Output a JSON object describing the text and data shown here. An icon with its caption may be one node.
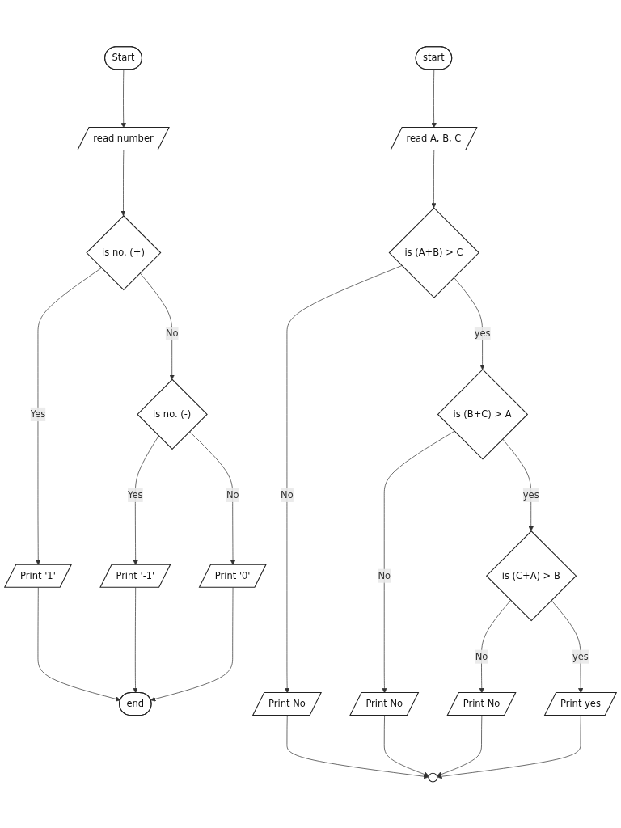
{
  "diagram": {
    "nodes": [
      {
        "text": [
          "Start"
        ]
      },
      {
        "text": [
          "read number"
        ]
      },
      {
        "text": [
          "is no. (+)"
        ]
      },
      {
        "text": [
          "Print '1'"
        ]
      },
      {
        "text": [
          "end"
        ]
      },
      {
        "text": [
          "is no. (-)"
        ]
      },
      {
        "text": [
          "Print '-1'"
        ]
      },
      {
        "text": [
          "Print '0'"
        ]
      },
      {
        "text": [
          "start"
        ]
      },
      {
        "text": [
          "read A, B, C"
        ]
      },
      {
        "text": [
          "is (A+B) > C"
        ]
      },
      {
        "text": [
          "is (B+C) > A"
        ]
      },
      {
        "text": [
          "is (C+A) > B"
        ]
      },
      {
        "text": [
          "Print No"
        ]
      },
      {
        "text": [
          "Print No"
        ]
      },
      {
        "text": [
          "Print No"
        ]
      },
      {
        "text": [
          "Print yes"
        ]
      },
      {
        "text": [],
        "shape": "circle"
      }
    ],
    "edges": [
      {
        "from": 0,
        "to": 1,
        "arrow": "to"
      },
      {
        "from": 1,
        "to": 2,
        "arrow": "to"
      },
      {
        "from": 2,
        "to": 3,
        "arrow": "to",
        "label": "Yes"
      },
      {
        "from": 3,
        "to": 4,
        "arrow": "to"
      },
      {
        "from": 2,
        "to": 5,
        "arrow": "to",
        "label": "No"
      },
      {
        "from": 5,
        "to": 6,
        "arrow": "to",
        "label": "Yes"
      },
      {
        "from": 6,
        "to": 4,
        "arrow": "to"
      },
      {
        "from": 5,
        "to": 7,
        "arrow": "to",
        "label": "No"
      },
      {
        "from": 7,
        "to": 4,
        "arrow": "to"
      },
      {
        "from": 8,
        "to": 9,
        "arrow": "to"
      },
      {
        "from": 9,
        "to": 10,
        "arrow": "to"
      },
      {
        "from": 10,
        "to": 11,
        "arrow": "to",
        "label": "yes"
      },
      {
        "from": 11,
        "to": 12,
        "arrow": "to",
        "label": "yes"
      },
      {
        "from": 10,
        "to": 13,
        "arrow": "to",
        "label": "No"
      },
      {
        "from": 11,
        "to": 14,
        "arrow": "to",
        "label": "No"
      },
      {
        "from": 12,
        "to": 15,
        "arrow": "to",
        "label": "No"
      },
      {
        "from": 12,
        "to": 16,
        "arrow": "to",
        "label": "yes"
      },
      {
        "from": 13,
        "to": 17,
        "arrow": "to"
      },
      {
        "from": 14,
        "to": 17,
        "arrow": "to"
      },
      {
        "from": 15,
        "to": 17,
        "arrow": "to"
      },
      {
        "from": 16,
        "to": 17,
        "arrow": "to"
      }
    ]
  }
}
